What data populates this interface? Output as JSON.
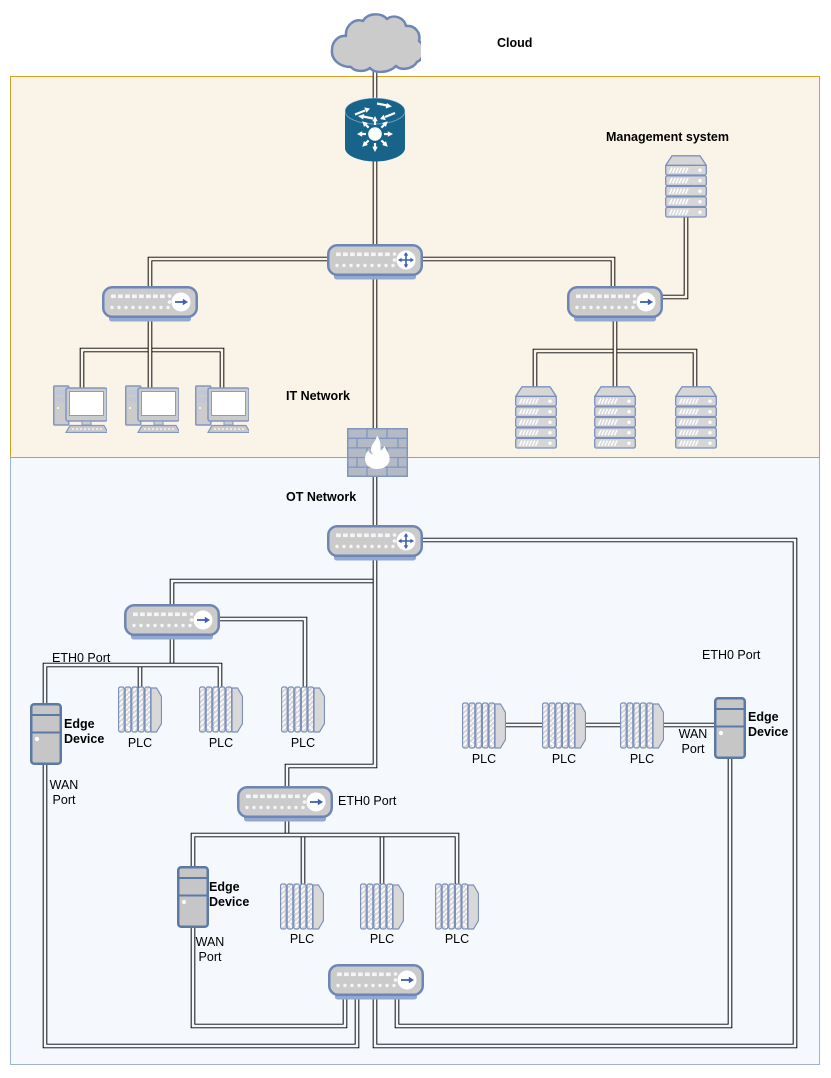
{
  "zones": {
    "it": {
      "label": "IT Network"
    },
    "ot": {
      "label": "OT Network"
    }
  },
  "labels": {
    "cloud": "Cloud",
    "management_system": "Management system",
    "plc": "PLC",
    "edge_device": "Edge Device",
    "wan_port": "WAN Port",
    "eth0_port": "ETH0 Port"
  },
  "colors": {
    "it_zone_fill": "#FAF4E8",
    "it_zone_border": "#D5A021",
    "ot_zone_fill": "#F5F8FC",
    "ot_zone_border": "#9CB3D6",
    "device_fill": "#CBCBCB",
    "device_border": "#6E86B6",
    "edge_device_border": "#5B79A5",
    "switch_arrow_accent": "#3A62AE",
    "router_fill": "#17638A",
    "firewall_brick_fill": "#B4BAC5",
    "firewall_brick_line": "#8095BF",
    "connection_line": "#000000",
    "label_text": "#000000"
  }
}
